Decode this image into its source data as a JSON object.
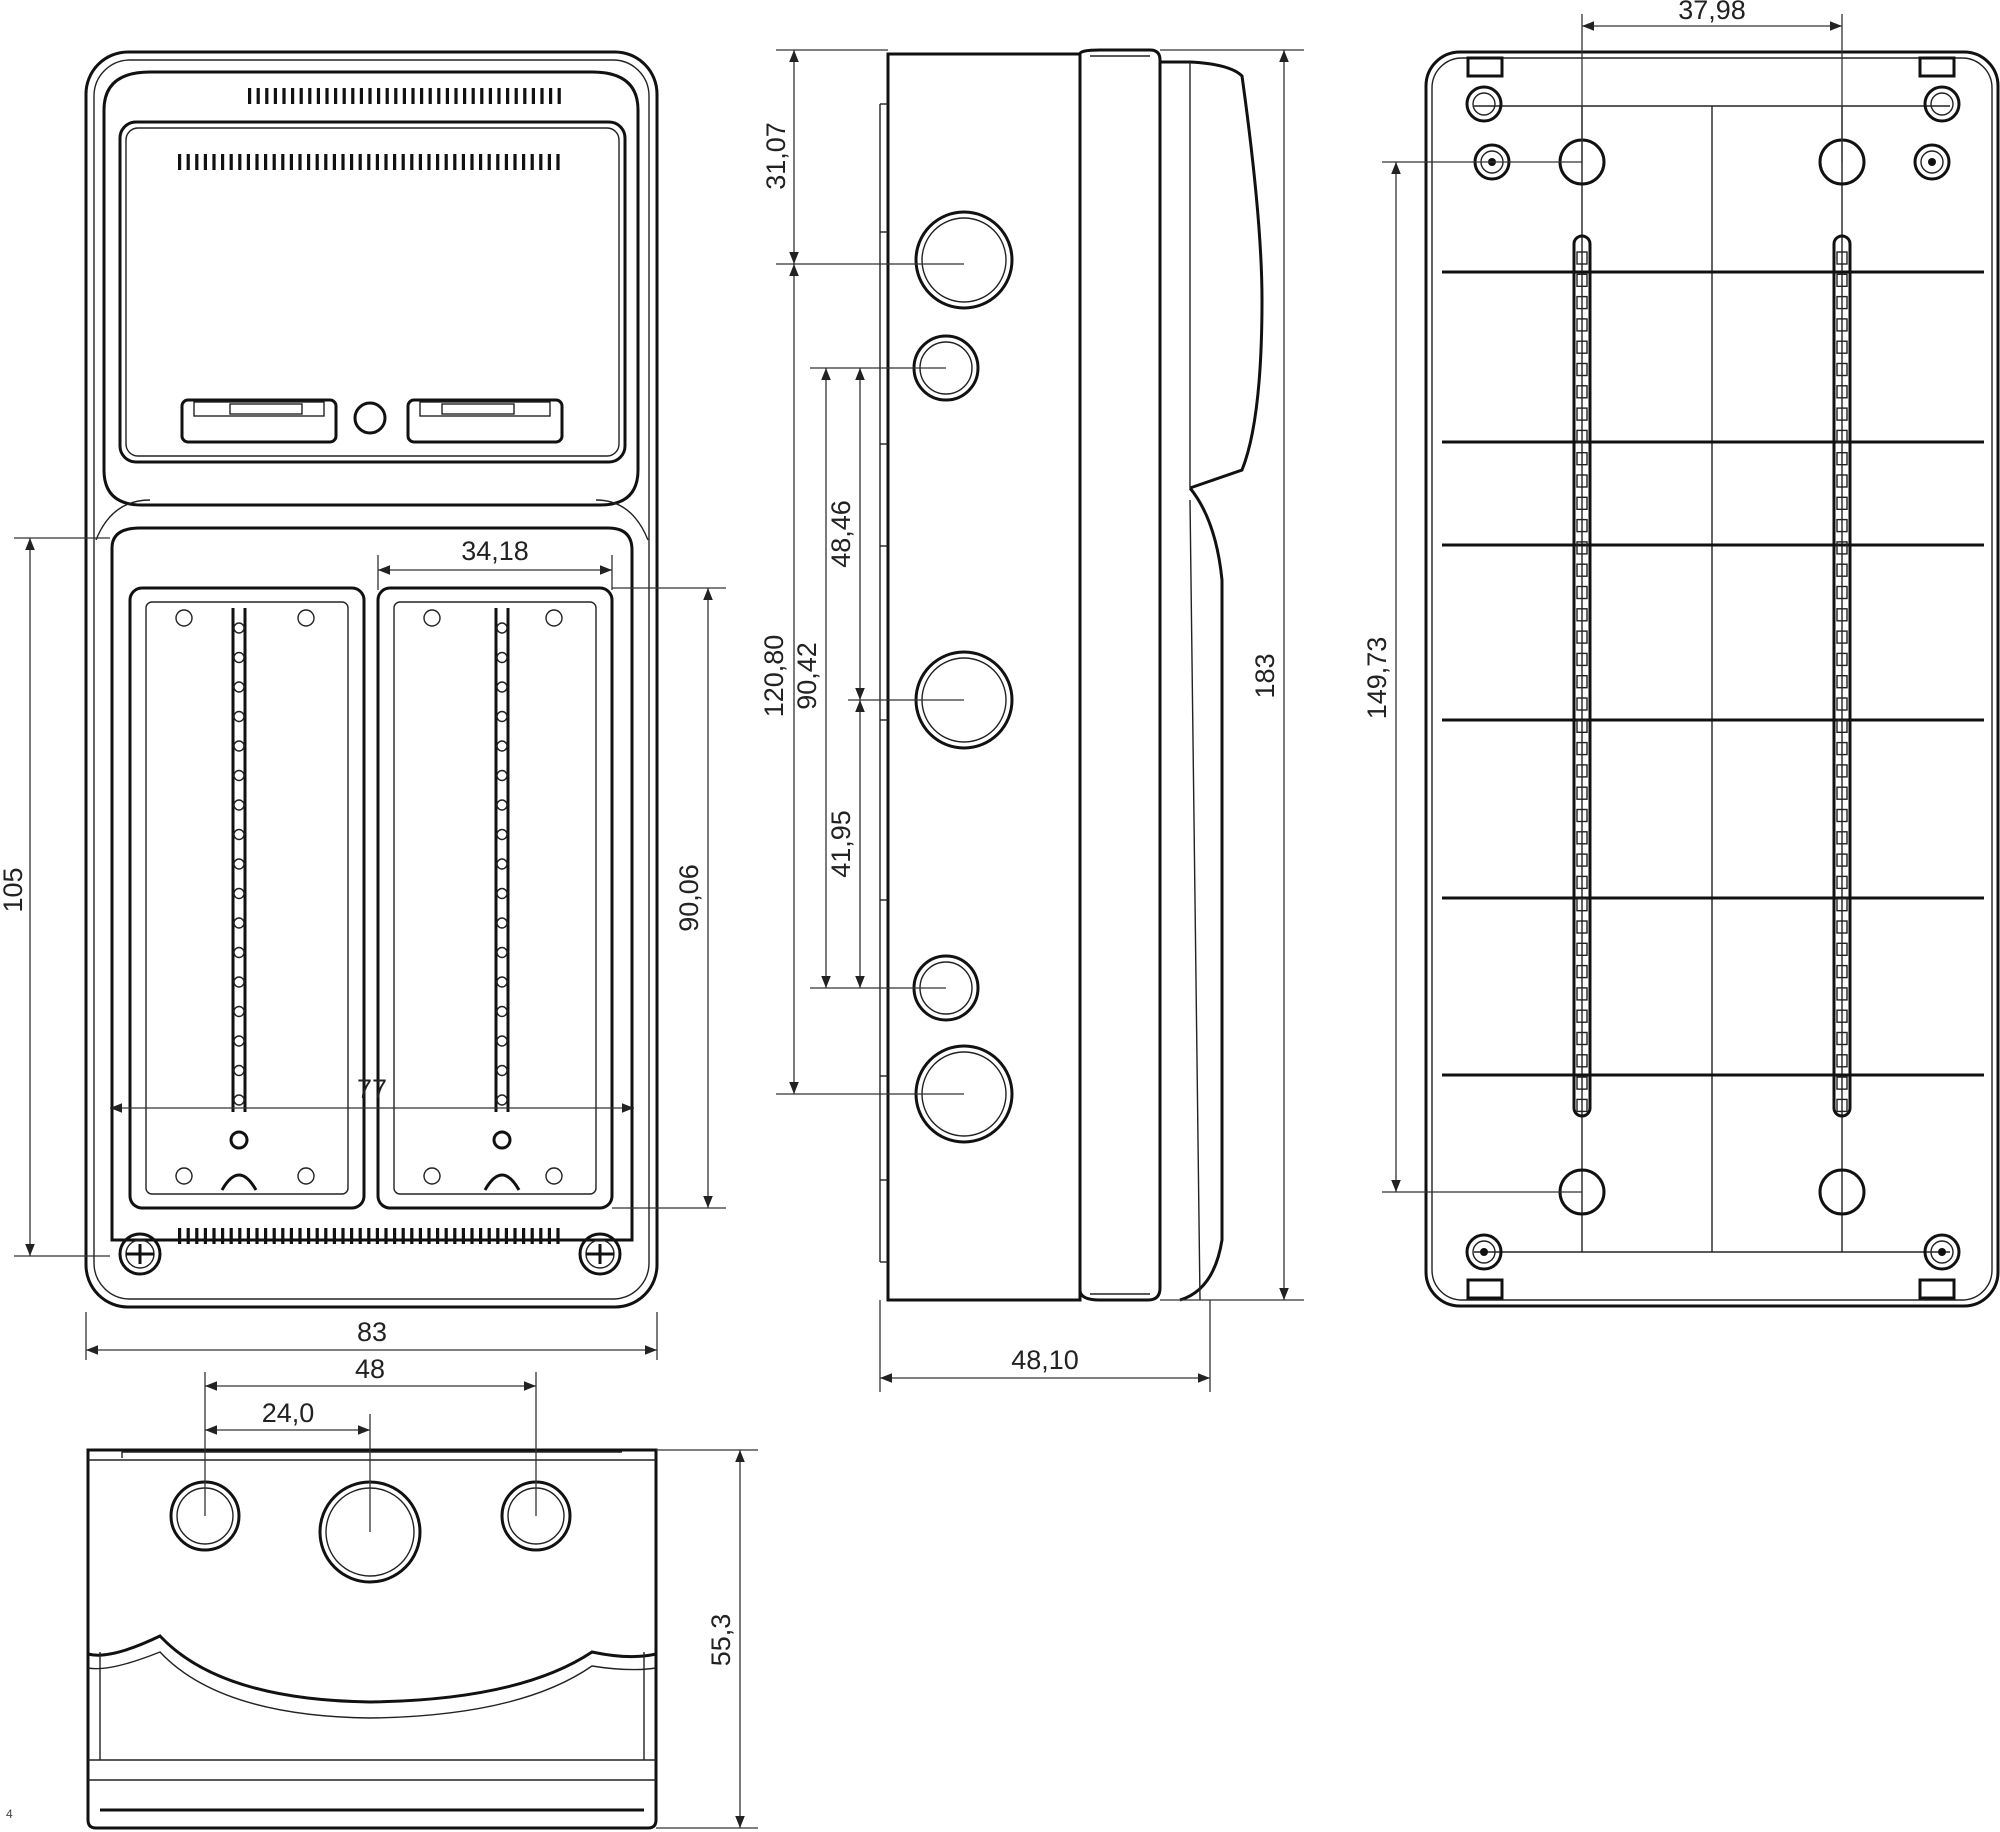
{
  "drawing": {
    "views": [
      "front-view",
      "side-view",
      "back-view",
      "bottom-view"
    ],
    "dimensions": {
      "front_height_105": "105",
      "front_module_width": "34,18",
      "front_module_height": "90,06",
      "front_rail_width": "77",
      "front_total_width": "83",
      "bottom_hole_spacing_48": "48",
      "bottom_hole_spacing_24": "24,0",
      "bottom_depth": "55,3",
      "side_top_offset": "31,07",
      "side_hole_spacing_120": "120,80",
      "side_hole_spacing_90": "90,42",
      "side_spacing_48": "48,46",
      "side_spacing_41": "41,95",
      "side_total_height": "183",
      "side_depth": "48,10",
      "back_hole_spacing": "37,98",
      "back_hole_vertical": "149,73"
    },
    "page_number": "4",
    "colors": {
      "line": "#111111",
      "background": "#ffffff"
    }
  }
}
